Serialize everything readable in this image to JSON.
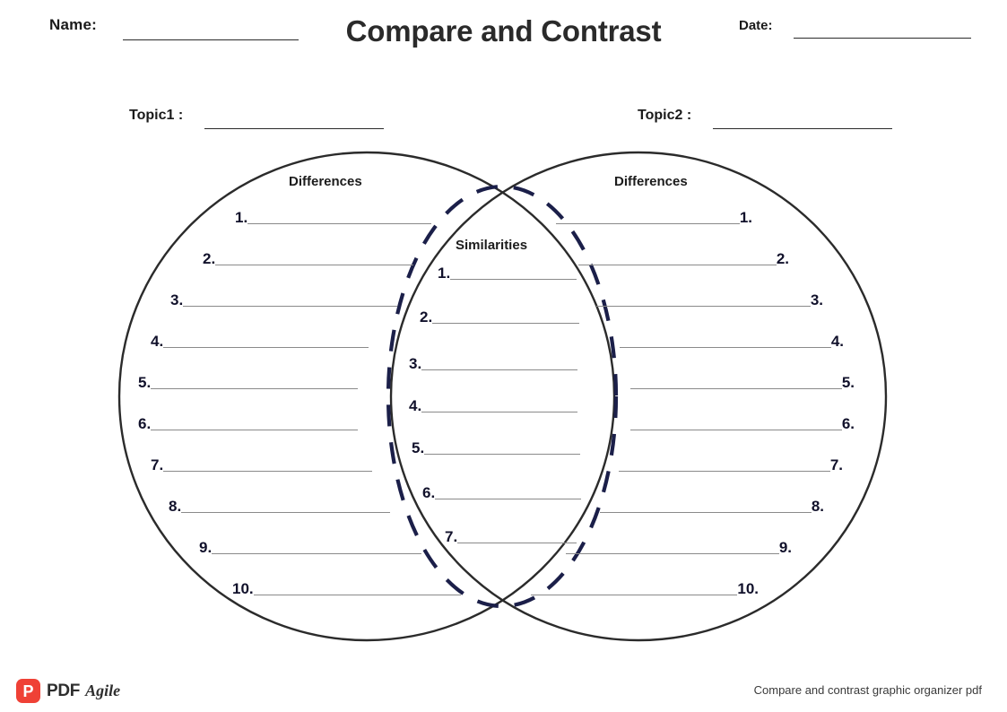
{
  "page": {
    "title": "Compare and Contrast",
    "ink_dark": "#2b2b2b",
    "ink_navy": "#11112b",
    "rule_gray": "#8a8a8a",
    "brand_red": "#ef4136"
  },
  "header": {
    "name_label": "Name:",
    "title": "Compare and Contrast",
    "date_label": "Date:"
  },
  "topics": {
    "topic1_label": "Topic1 :",
    "topic2_label": "Topic2 :"
  },
  "venn": {
    "left": {
      "heading": "Differences",
      "items": [
        "1.",
        "2.",
        "3.",
        "4.",
        "5.",
        "6.",
        "7.",
        "8.",
        "9.",
        "10."
      ]
    },
    "middle": {
      "heading": "Similarities",
      "items": [
        "1.",
        "2.",
        "3.",
        "4.",
        "5.",
        "6.",
        "7."
      ]
    },
    "right": {
      "heading": "Differences",
      "items": [
        "1.",
        "2.",
        "3.",
        "4.",
        "5.",
        "6.",
        "7.",
        "8.",
        "9.",
        "10."
      ]
    }
  },
  "footer": {
    "logo_mark_letter": "P",
    "logo_text_primary": "PDF",
    "logo_text_secondary": "Agile",
    "caption": "Compare and contrast graphic organizer pdf"
  }
}
